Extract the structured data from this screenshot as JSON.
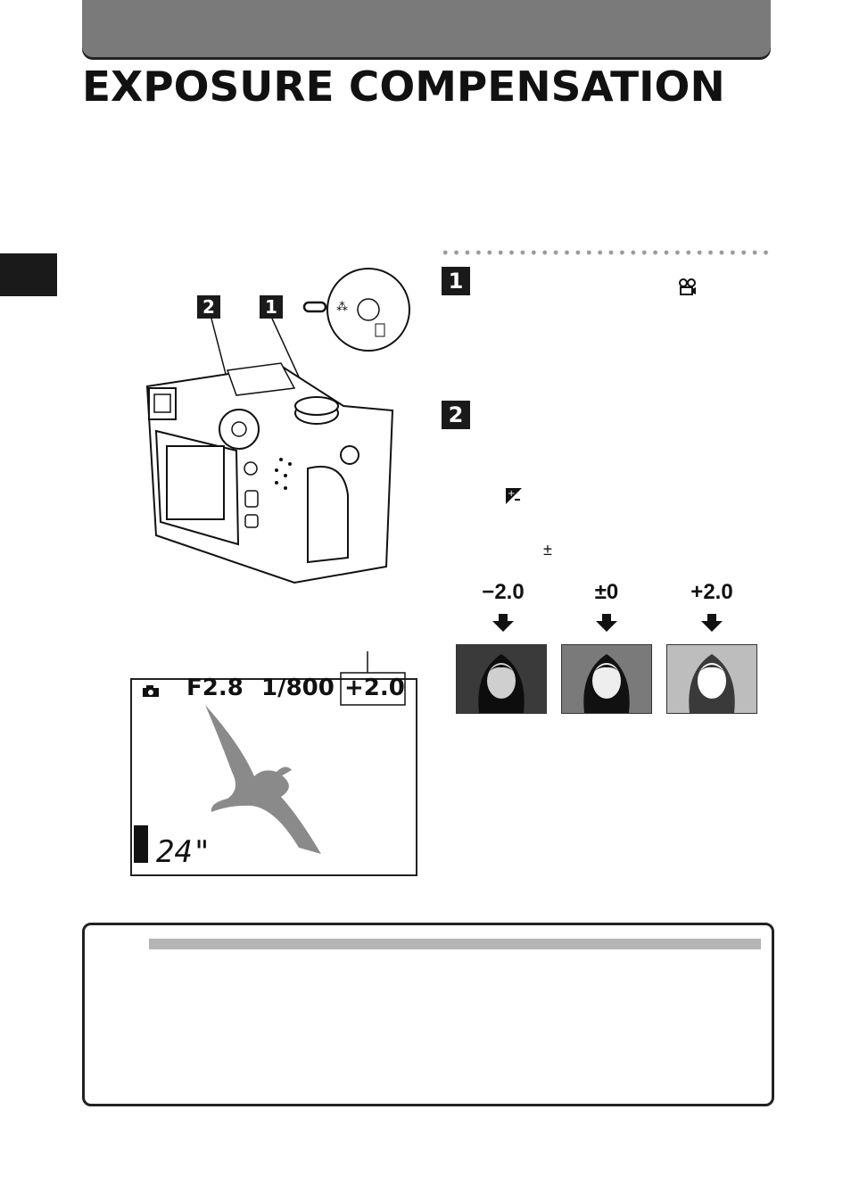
{
  "page": {
    "title": "EXPOSURE COMPENSATION"
  },
  "steps": [
    {
      "number": "1"
    },
    {
      "number": "2"
    }
  ],
  "illustration_labels": [
    "2",
    "1"
  ],
  "text_glyphs": {
    "plus_minus": "±"
  },
  "exposure_examples": [
    {
      "label": "−2.0",
      "shade": "#3a3a3a"
    },
    {
      "label": "±0",
      "shade": "#7a7a7a"
    },
    {
      "label": "+2.0",
      "shade": "#bdbdbd"
    }
  ],
  "lcd": {
    "aperture": "F2.8",
    "shutter": "1/800",
    "compensation": "+2.0",
    "remaining": "24\""
  },
  "colors": {
    "header_gray": "#7a7a7a",
    "note_bar_gray": "#b5b5b5",
    "badge_black": "#1a1a1a"
  }
}
